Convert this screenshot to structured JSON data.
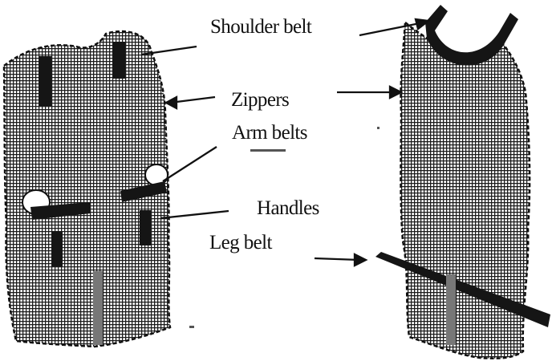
{
  "labels": {
    "shoulder_belt": "Shoulder belt",
    "zippers": "Zippers",
    "arm_belts": "Arm belts",
    "handles": "Handles",
    "leg_belt": "Leg belt"
  },
  "colors": {
    "ink": "#111111",
    "background": "#ffffff"
  }
}
